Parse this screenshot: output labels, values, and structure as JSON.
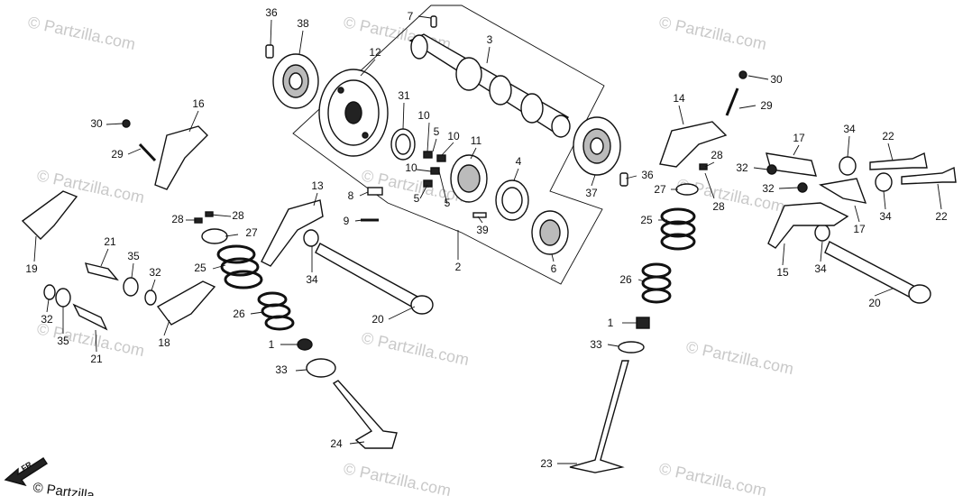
{
  "watermark": "© Partzilla.com",
  "copyright": "© Partzilla",
  "front_marker": "FR.",
  "callouts": [
    "36",
    "38",
    "7",
    "3",
    "12",
    "31",
    "10",
    "5",
    "10",
    "11",
    "10",
    "5",
    "5",
    "4",
    "30",
    "29",
    "16",
    "30",
    "29",
    "14",
    "17",
    "34",
    "22",
    "32",
    "36",
    "28",
    "27",
    "28",
    "32",
    "8",
    "9",
    "13",
    "28",
    "28",
    "27",
    "25",
    "26",
    "1",
    "33",
    "24",
    "19",
    "21",
    "35",
    "32",
    "32",
    "35",
    "21",
    "18",
    "34",
    "20",
    "2",
    "39",
    "6",
    "37",
    "25",
    "26",
    "1",
    "33",
    "23",
    "15",
    "34",
    "20",
    "17",
    "34",
    "22"
  ]
}
